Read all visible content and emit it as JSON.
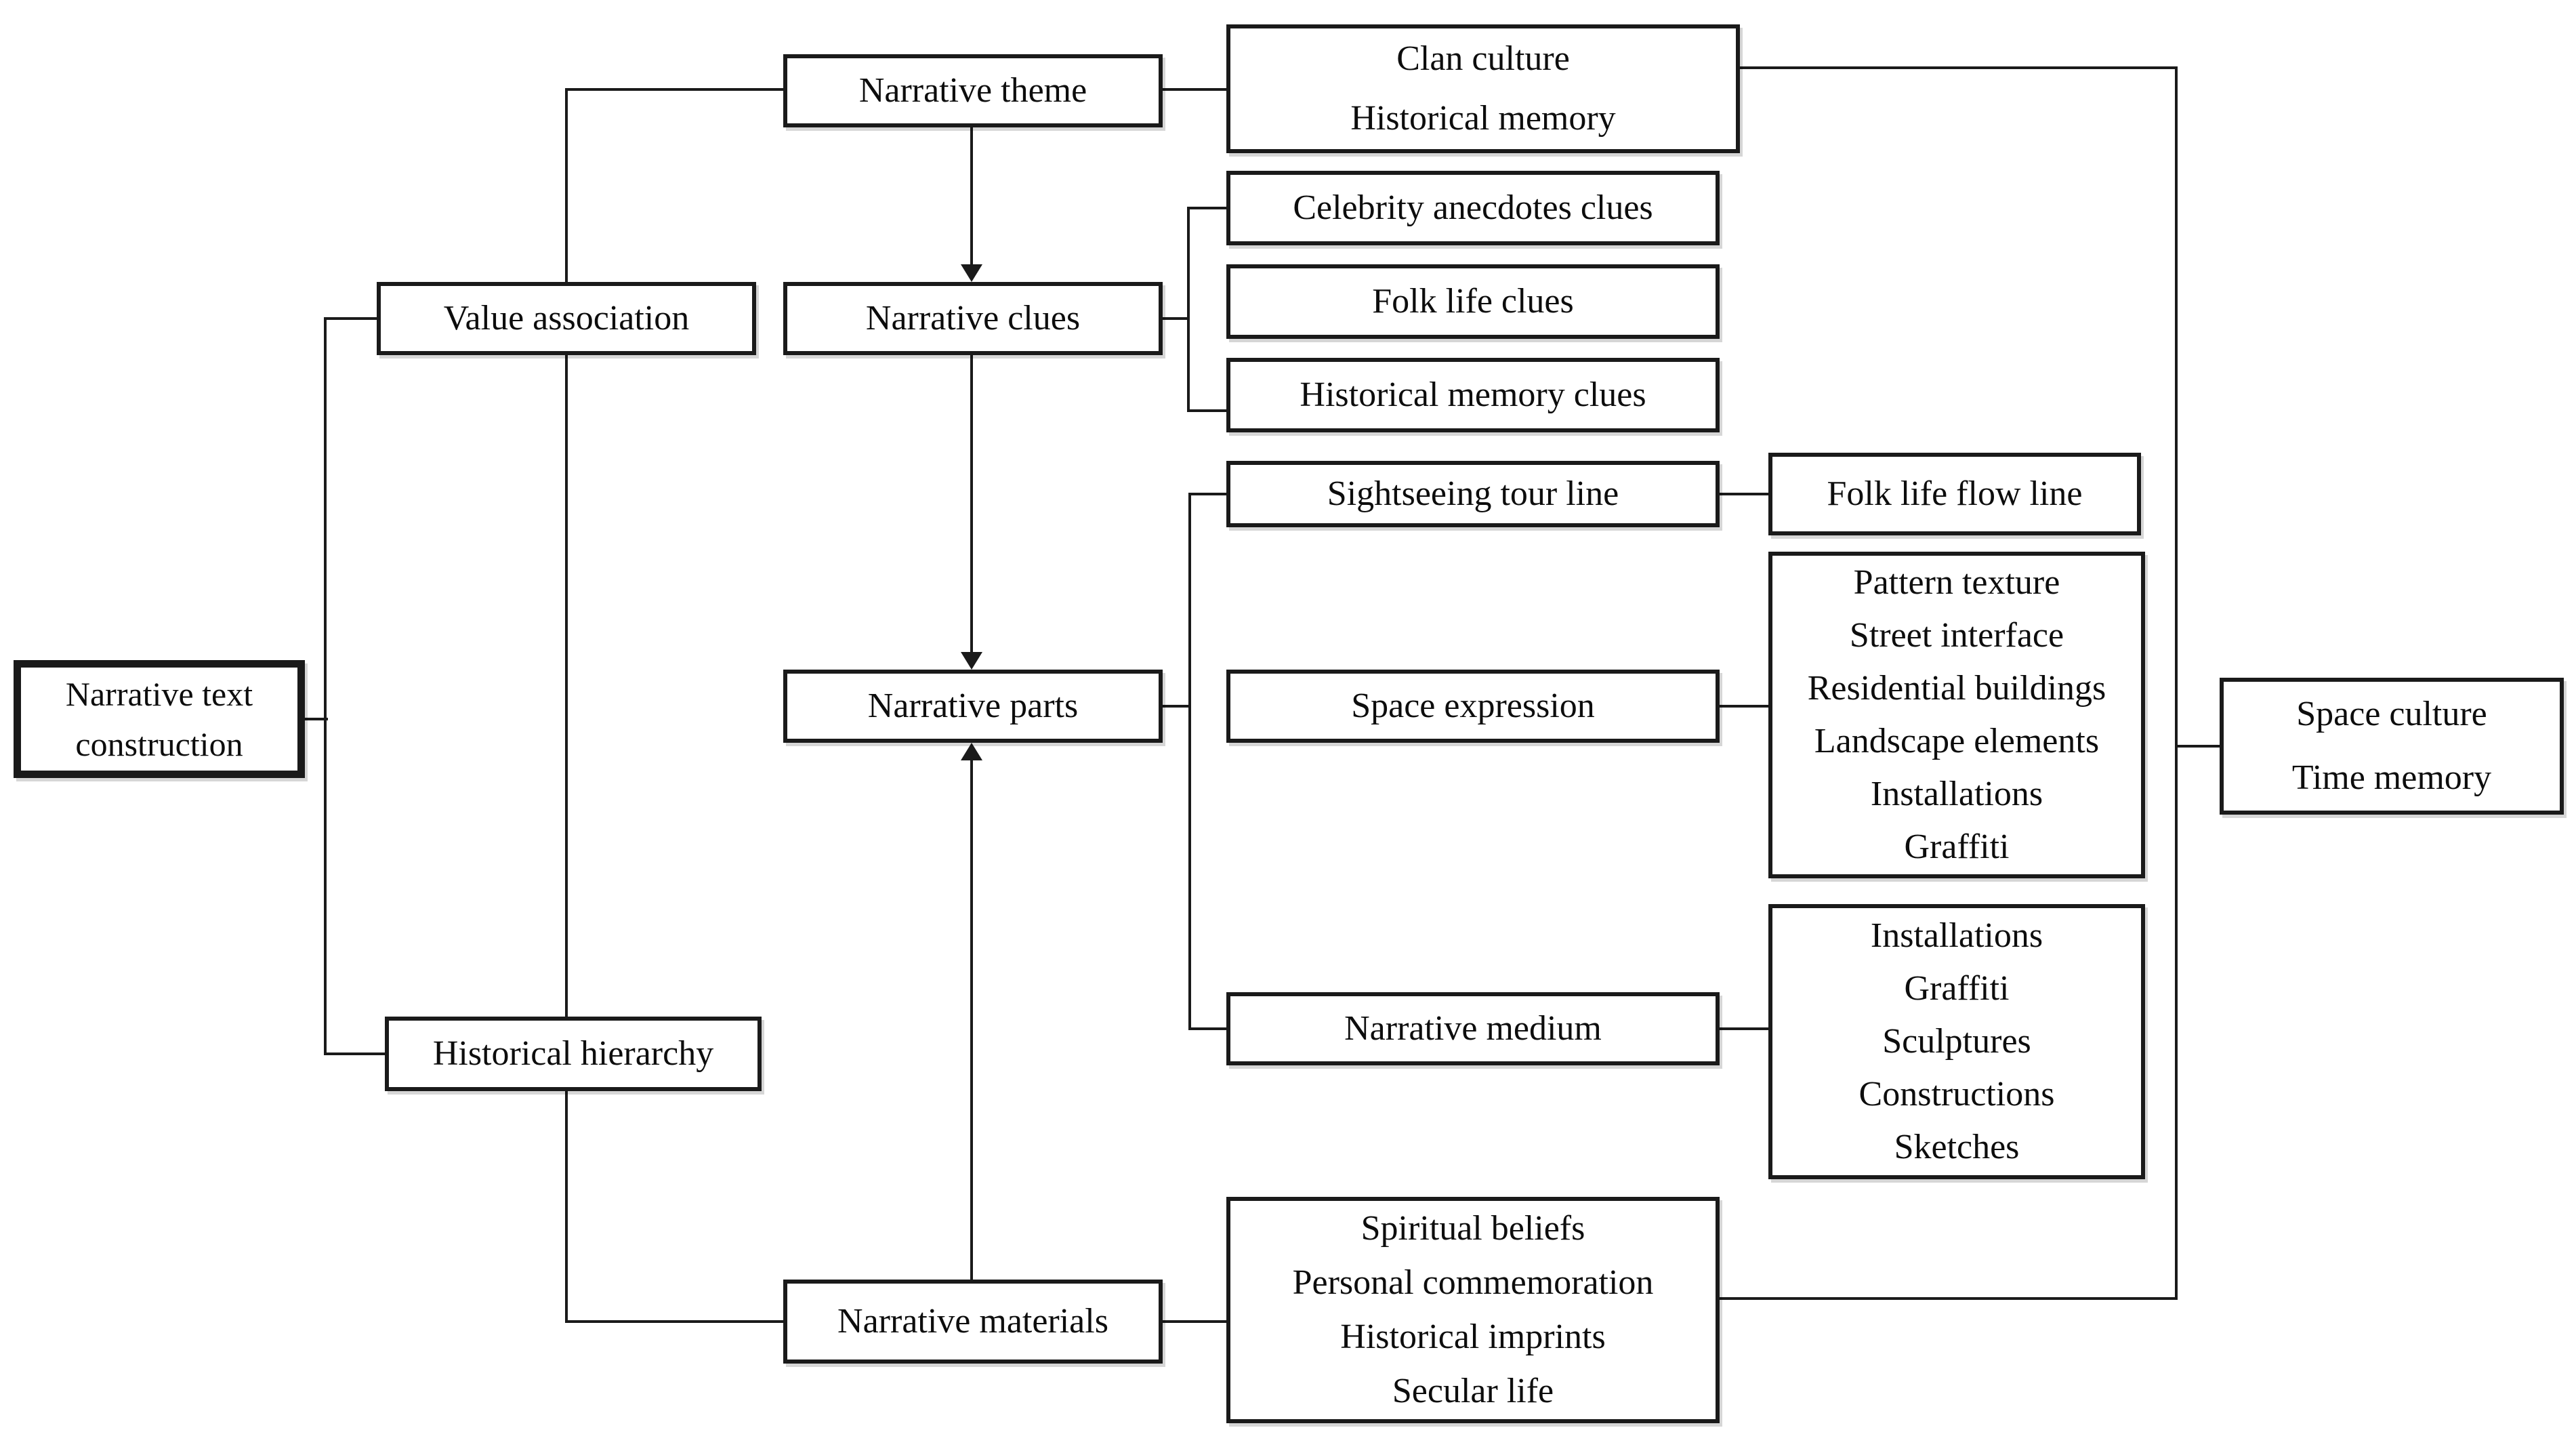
{
  "diagram": {
    "title": "Narrative text construction diagram",
    "colors": {
      "line": "#1a1a1a",
      "border": "#1a1a1a",
      "background": "#ffffff",
      "text": "#0d0d0d"
    },
    "nodes": {
      "root": {
        "lines": [
          "Narrative text",
          "construction"
        ]
      },
      "value_association": {
        "lines": [
          "Value association"
        ]
      },
      "historical_hierarchy": {
        "lines": [
          "Historical hierarchy"
        ]
      },
      "narrative_theme": {
        "lines": [
          "Narrative theme"
        ]
      },
      "narrative_clues": {
        "lines": [
          "Narrative clues"
        ]
      },
      "narrative_parts": {
        "lines": [
          "Narrative parts"
        ]
      },
      "narrative_materials": {
        "lines": [
          "Narrative materials"
        ]
      },
      "clan_culture": {
        "lines": [
          "Clan culture",
          "Historical memory"
        ]
      },
      "celebrity_anecdotes_clues": {
        "lines": [
          "Celebrity anecdotes clues"
        ]
      },
      "folk_life_clues": {
        "lines": [
          "Folk life clues"
        ]
      },
      "historical_memory_clues": {
        "lines": [
          "Historical memory clues"
        ]
      },
      "sightseeing_tour_line": {
        "lines": [
          "Sightseeing tour line"
        ]
      },
      "space_expression": {
        "lines": [
          "Space expression"
        ]
      },
      "narrative_medium": {
        "lines": [
          "Narrative medium"
        ]
      },
      "spiritual_beliefs": {
        "lines": [
          "Spiritual beliefs",
          "Personal commemoration",
          "Historical imprints",
          "Secular life"
        ]
      },
      "folk_life_flow_line": {
        "lines": [
          "Folk life flow line"
        ]
      },
      "space_expression_elements": {
        "lines": [
          "Pattern texture",
          "Street interface",
          "Residential buildings",
          "Landscape elements",
          "Installations",
          "Graffiti"
        ]
      },
      "narrative_medium_items": {
        "lines": [
          "Installations",
          "Graffiti",
          "Sculptures",
          "Constructions",
          "Sketches"
        ]
      },
      "space_culture": {
        "lines": [
          "Space culture",
          "Time memory"
        ]
      }
    },
    "edges": [
      {
        "from": "root",
        "to": "value_association",
        "arrow": false
      },
      {
        "from": "root",
        "to": "historical_hierarchy",
        "arrow": false
      },
      {
        "from": "value_association",
        "to": "narrative_theme",
        "arrow": false
      },
      {
        "from": "value_association",
        "to": "narrative_materials",
        "arrow": false
      },
      {
        "from": "narrative_theme",
        "to": "narrative_clues",
        "arrow": true
      },
      {
        "from": "narrative_clues",
        "to": "narrative_parts",
        "arrow": true
      },
      {
        "from": "narrative_materials",
        "to": "narrative_parts",
        "arrow": true
      },
      {
        "from": "narrative_theme",
        "to": "clan_culture",
        "arrow": false
      },
      {
        "from": "narrative_clues",
        "to": "celebrity_anecdotes_clues",
        "arrow": false
      },
      {
        "from": "narrative_clues",
        "to": "historical_memory_clues",
        "arrow": false
      },
      {
        "from": "narrative_parts",
        "to": "sightseeing_tour_line",
        "arrow": false
      },
      {
        "from": "narrative_parts",
        "to": "space_expression",
        "arrow": false
      },
      {
        "from": "narrative_parts",
        "to": "narrative_medium",
        "arrow": false
      },
      {
        "from": "sightseeing_tour_line",
        "to": "folk_life_flow_line",
        "arrow": false
      },
      {
        "from": "space_expression",
        "to": "space_expression_elements",
        "arrow": false
      },
      {
        "from": "narrative_medium",
        "to": "narrative_medium_items",
        "arrow": false
      },
      {
        "from": "narrative_materials",
        "to": "spiritual_beliefs",
        "arrow": false
      },
      {
        "from": "clan_culture",
        "to": "space_culture",
        "arrow": false
      },
      {
        "from": "spiritual_beliefs",
        "to": "space_culture",
        "arrow": false
      }
    ]
  }
}
